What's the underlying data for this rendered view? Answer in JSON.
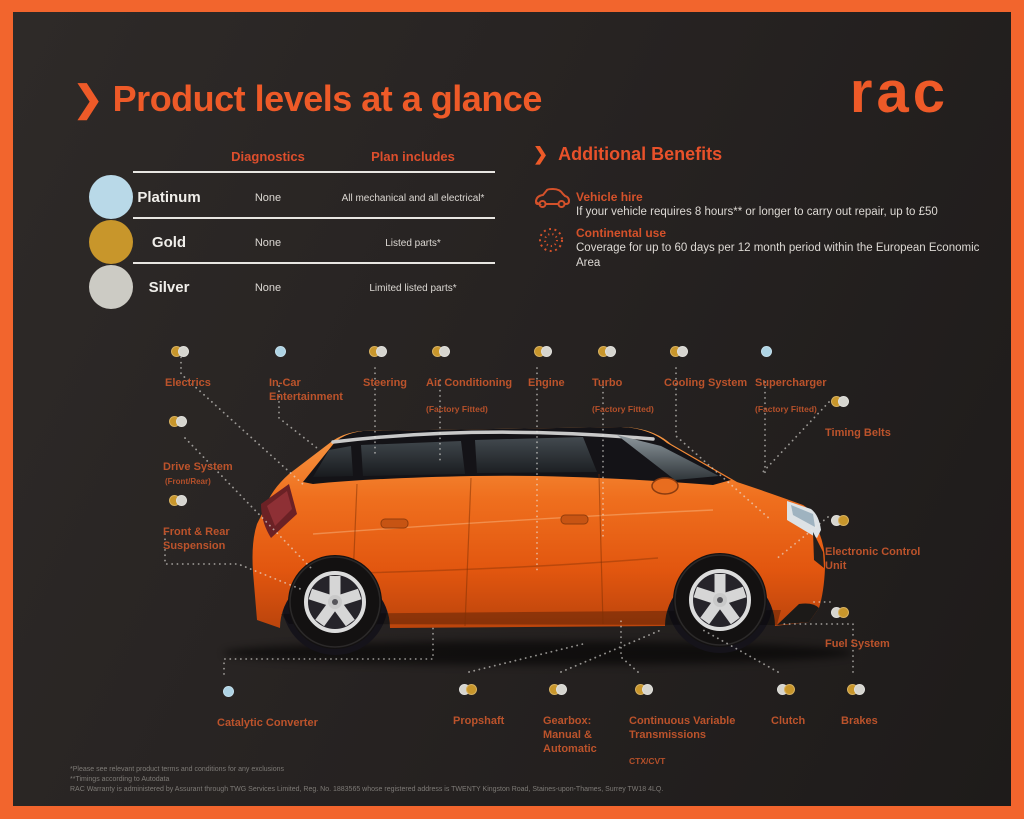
{
  "header": {
    "title": "Product levels at a glance",
    "chevron": "❯",
    "logo_text": "rac",
    "accent_color": "#ee5a28"
  },
  "plans_table": {
    "columns": [
      "Diagnostics",
      "Plan includes"
    ],
    "rows": [
      {
        "name": "Platinum",
        "color": "#b9d9e8",
        "diagnostics": "None",
        "includes": "All mechanical and all electrical*"
      },
      {
        "name": "Gold",
        "color": "#c8962b",
        "diagnostics": "None",
        "includes": "Listed parts*"
      },
      {
        "name": "Silver",
        "color": "#cccbc4",
        "diagnostics": "None",
        "includes": "Limited listed parts*"
      }
    ]
  },
  "benefits": {
    "heading": "Additional Benefits",
    "chevron": "❯",
    "items": [
      {
        "icon": "car-icon",
        "title": "Vehicle hire",
        "text": "If your vehicle requires 8 hours** or longer to carry out repair, up to £50"
      },
      {
        "icon": "dotted-circle-icon",
        "title": "Continental use",
        "text": "Coverage for up to 60 days per 12 month period within the European Economic Area"
      }
    ]
  },
  "diagram": {
    "dot_colors": {
      "platinum": "#aed3e4",
      "gold": "#c8962b",
      "silver": "#d6d5cf"
    },
    "labels": [
      {
        "title": "Electrics",
        "sub": "",
        "dots": [
          "gold",
          "silver"
        ]
      },
      {
        "title": "In-Car\nEntertainment",
        "sub": "",
        "dots": [
          "platinum"
        ]
      },
      {
        "title": "Steering",
        "sub": "",
        "dots": [
          "gold",
          "silver"
        ]
      },
      {
        "title": "Air Conditioning",
        "sub": "(Factory Fitted)",
        "dots": [
          "gold",
          "silver"
        ]
      },
      {
        "title": "Engine",
        "sub": "",
        "dots": [
          "gold",
          "silver"
        ]
      },
      {
        "title": "Turbo",
        "sub": "(Factory Fitted)",
        "dots": [
          "gold",
          "silver"
        ]
      },
      {
        "title": "Cooling System",
        "sub": "",
        "dots": [
          "gold",
          "silver"
        ]
      },
      {
        "title": "Supercharger",
        "sub": "(Factory Fitted)",
        "dots": [
          "platinum"
        ]
      },
      {
        "title": "Timing Belts",
        "sub": "",
        "dots": [
          "gold",
          "silver"
        ]
      },
      {
        "title": "Drive System",
        "sub": "(Front/Rear)",
        "dots": [
          "gold",
          "silver"
        ]
      },
      {
        "title": "Front & Rear\nSuspension",
        "sub": "",
        "dots": [
          "gold",
          "silver"
        ]
      },
      {
        "title": "Electronic Control\nUnit",
        "sub": "",
        "dots": [
          "silver",
          "gold"
        ]
      },
      {
        "title": "Fuel System",
        "sub": "",
        "dots": [
          "silver",
          "gold"
        ]
      },
      {
        "title": "Catalytic Converter",
        "sub": "",
        "dots": [
          "platinum"
        ]
      },
      {
        "title": "Propshaft",
        "sub": "",
        "dots": [
          "silver",
          "gold"
        ]
      },
      {
        "title": "Gearbox:\nManual &\nAutomatic",
        "sub": "",
        "dots": [
          "gold",
          "silver"
        ]
      },
      {
        "title": "Continuous Variable\nTransmissions",
        "sub": "CTX/CVT",
        "dots": [
          "gold",
          "silver"
        ]
      },
      {
        "title": "Clutch",
        "sub": "",
        "dots": [
          "silver",
          "gold"
        ]
      },
      {
        "title": "Brakes",
        "sub": "",
        "dots": [
          "gold",
          "silver"
        ]
      }
    ]
  },
  "footnotes": [
    "*Please see relevant product terms and conditions for any exclusions",
    "**Timings according to Autodata",
    "RAC Warranty is administered by Assurant through TWG Services Limited, Reg. No. 1883565  whose registered address is TWENTY Kingston Road, Staines-upon-Thames, Surrey TW18 4LQ."
  ]
}
